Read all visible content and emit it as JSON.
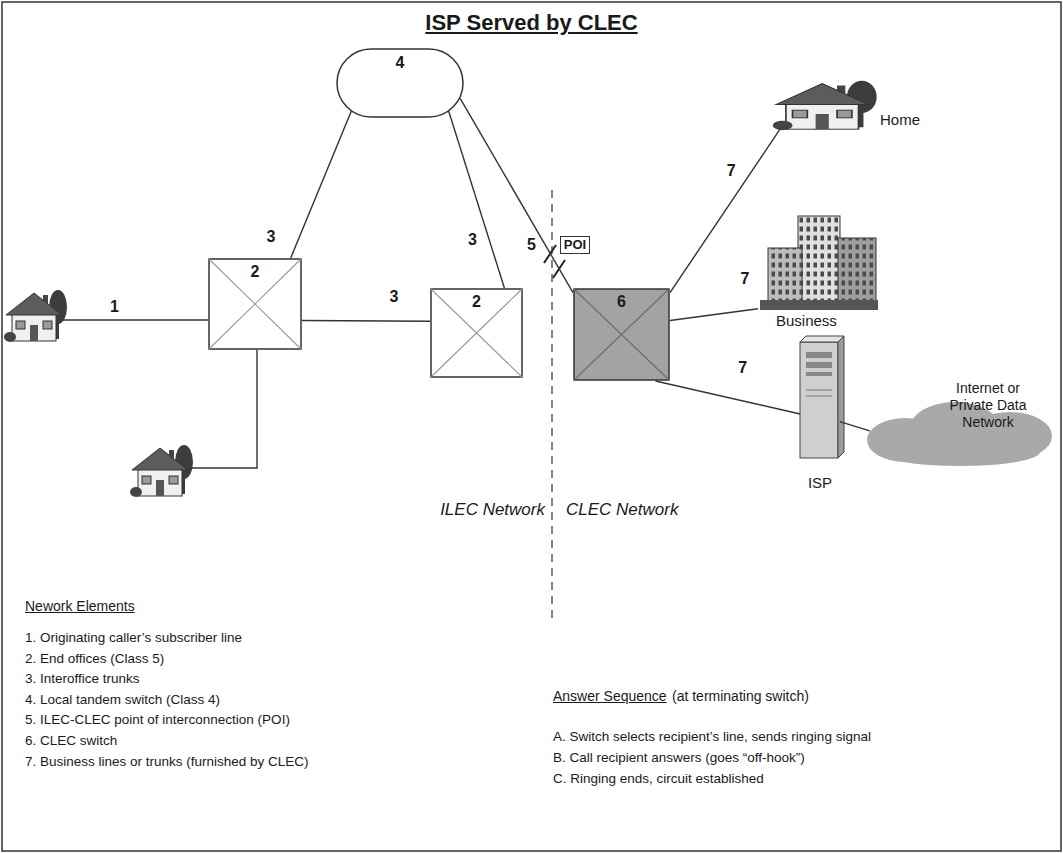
{
  "diagram": {
    "title": "ISP Served by CLEC",
    "nodes": [
      {
        "text": [
          "4"
        ]
      },
      {
        "text": [
          "2"
        ]
      },
      {
        "text": [
          "2"
        ]
      },
      {
        "text": [
          "POI"
        ]
      },
      {
        "text": [
          "6"
        ]
      },
      {
        "text": [
          "Home"
        ]
      },
      {
        "text": [
          "Business"
        ]
      },
      {
        "text": [
          "ISP"
        ]
      },
      {
        "text": [
          "Internet or Private Data Network"
        ]
      }
    ],
    "edges": [
      {
        "from": 1,
        "to": 0,
        "arrow": "none",
        "label": "3"
      },
      {
        "from": 0,
        "to": 2,
        "arrow": "none",
        "label": "3"
      },
      {
        "from": 1,
        "to": 2,
        "arrow": "none",
        "label": "3"
      },
      {
        "from": 0,
        "to": 4,
        "arrow": "none"
      },
      {
        "from": 4,
        "to": 5,
        "arrow": "none",
        "label": "7"
      },
      {
        "from": 4,
        "to": 6,
        "arrow": "none",
        "label": "7"
      },
      {
        "from": 4,
        "to": 7,
        "arrow": "none",
        "label": "7"
      },
      {
        "from": 7,
        "to": 8,
        "arrow": "none"
      }
    ],
    "labels": [
      "1",
      "5",
      "ILEC Network",
      "CLEC Network",
      "Nework Elements",
      "1. Originating caller’s subscriber line",
      "2. End offices (Class 5)",
      "3. Interoffice trunks",
      "4. Local tandem switch (Class 4)",
      "5. ILEC-CLEC point of interconnection (POI)",
      "6. CLEC switch",
      "7. Business lines or trunks (furnished by CLEC)",
      "Answer Sequence",
      "(at terminating switch)",
      "A. Switch selects recipient’s line, sends ringing signal",
      "B. Call recipient answers (goes “off-hook”)",
      "C. Ringing ends, circuit established"
    ]
  }
}
